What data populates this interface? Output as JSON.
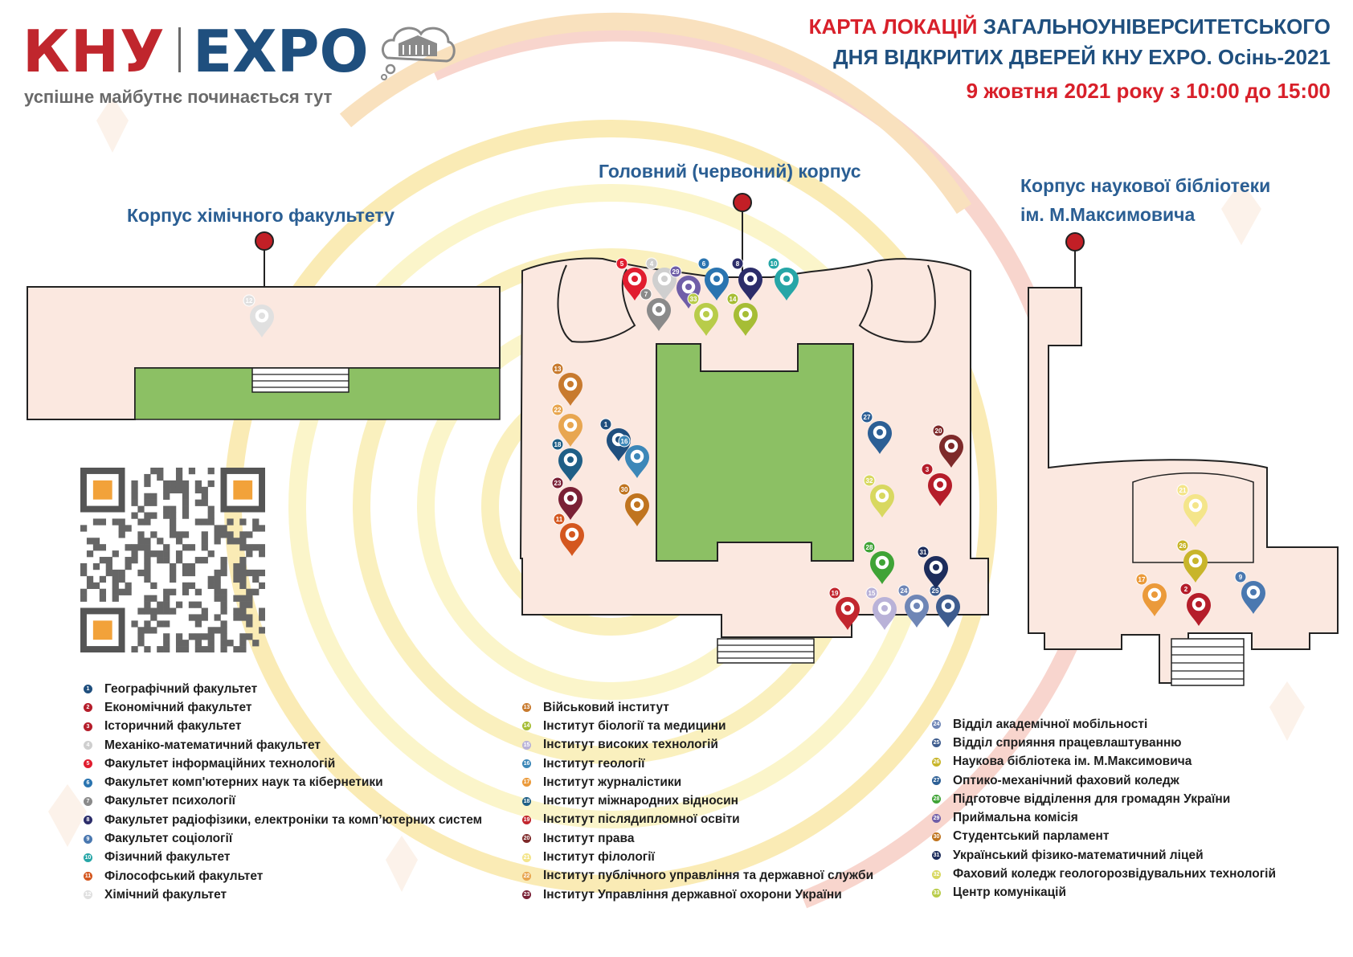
{
  "header": {
    "logo_left": "КНУ",
    "logo_right": "EXPO",
    "tagline": "успішне майбутнє починається тут",
    "title_line1_red": "КАРТА ЛОКАЦІЙ",
    "title_line1_blue": "ЗАГАЛЬНОУНІВЕРСИТЕТСЬКОГО",
    "title_line2": "ДНЯ ВІДКРИТИХ ДВЕРЕЙ КНУ EXPO. Осінь-2021",
    "title_line3": "9 жовтня 2021 року з 10:00 до 15:00"
  },
  "buildings": {
    "chem": "Корпус хімічного факультету",
    "main": "Головний (червоний) корпус",
    "library_line1": "Корпус наукової бібліотеки",
    "library_line2": "ім. М.Максимовича"
  },
  "colors": {
    "accent_red": "#d8202a",
    "brand_blue": "#1f4f7e",
    "floor": "#fbe8e0",
    "courtyard": "#8cc064"
  },
  "legend": [
    {
      "n": "1",
      "label": "Географічний факультет",
      "color": "#1f4f7e"
    },
    {
      "n": "2",
      "label": "Економічний факультет",
      "color": "#b51d2a"
    },
    {
      "n": "3",
      "label": "Історичний факультет",
      "color": "#b51d2a"
    },
    {
      "n": "4",
      "label": "Механіко-математичний факультет",
      "color": "#cfcfcf"
    },
    {
      "n": "5",
      "label": "Факультет інформаційних технологій",
      "color": "#e11d2f"
    },
    {
      "n": "6",
      "label": "Факультет комп'ютерних наук та кібернетики",
      "color": "#2a74b0"
    },
    {
      "n": "7",
      "label": "Факультет психології",
      "color": "#8a8a8a"
    },
    {
      "n": "8",
      "label": "Факультет радіофізики, електроніки та комп’ютерних систем",
      "color": "#2c2d6a"
    },
    {
      "n": "9",
      "label": "Факультет соціології",
      "color": "#4a78b0"
    },
    {
      "n": "10",
      "label": "Фізичний факультет",
      "color": "#26a6a7"
    },
    {
      "n": "11",
      "label": "Філософський факультет",
      "color": "#d4571f"
    },
    {
      "n": "12",
      "label": "Хімічний факультет",
      "color": "#e0e0e0"
    },
    {
      "n": "13",
      "label": "Військовий інститут",
      "color": "#c87a2e"
    },
    {
      "n": "14",
      "label": "Інститут біології та медицини",
      "color": "#a6bd35"
    },
    {
      "n": "15",
      "label": "Інститут високих технологій",
      "color": "#b9b2d8"
    },
    {
      "n": "16",
      "label": "Інститут геології",
      "color": "#3c87b8"
    },
    {
      "n": "17",
      "label": "Інститут журналістики",
      "color": "#eb9a3a"
    },
    {
      "n": "18",
      "label": "Інститут міжнародних відносин",
      "color": "#1f5f86"
    },
    {
      "n": "19",
      "label": "Інститут післядипломної освіти",
      "color": "#c2262e"
    },
    {
      "n": "20",
      "label": "Інститут права",
      "color": "#7e2a2a"
    },
    {
      "n": "21",
      "label": "Інститут філології",
      "color": "#f4e58a"
    },
    {
      "n": "22",
      "label": "Інститут публічного управління та державної служби",
      "color": "#e8a650"
    },
    {
      "n": "23",
      "label": "Інститут Управління державної охорони України",
      "color": "#7a2136"
    },
    {
      "n": "24",
      "label": "Відділ академічної мобільності",
      "color": "#6f86b6"
    },
    {
      "n": "25",
      "label": "Відділ сприяння працевлаштуванню",
      "color": "#3e5c8e"
    },
    {
      "n": "26",
      "label": "Наукова бібліотека ім. М.Максимовича",
      "color": "#c8b52a"
    },
    {
      "n": "27",
      "label": "Оптико-механічний фаховий коледж",
      "color": "#2c5f95"
    },
    {
      "n": "28",
      "label": "Підготовче відділення для громадян України",
      "color": "#3fa336"
    },
    {
      "n": "29",
      "label": "Приймальна комісія",
      "color": "#6f5ea8"
    },
    {
      "n": "30",
      "label": "Студентський парламент",
      "color": "#c0741f"
    },
    {
      "n": "31",
      "label": "Український фізико-математичний ліцей",
      "color": "#1d2d5c"
    },
    {
      "n": "32",
      "label": "Фаховий коледж геологорозвідувальних технологій",
      "color": "#d8d860"
    },
    {
      "n": "33",
      "label": "Центр комунікацій",
      "color": "#b8cc4a"
    }
  ]
}
